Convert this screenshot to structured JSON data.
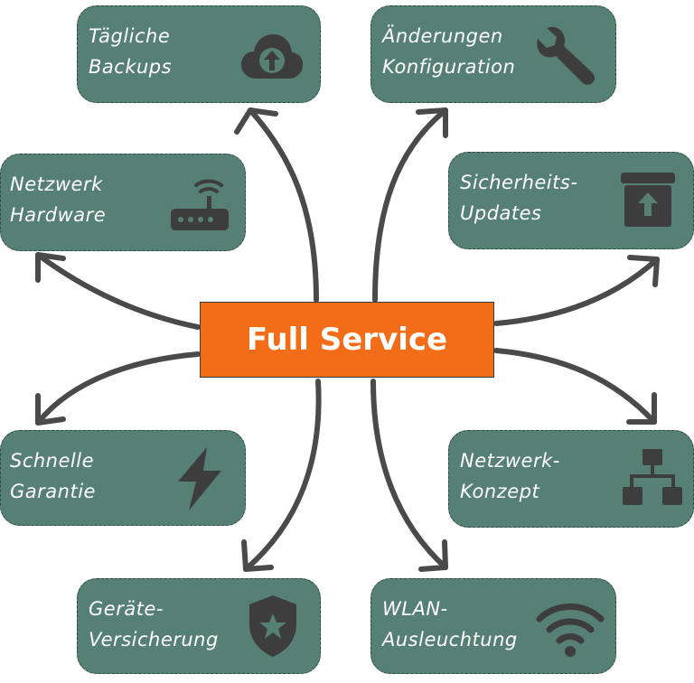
{
  "center": {
    "title": "Full Service"
  },
  "colors": {
    "card": "#568074",
    "center": "#f36c17",
    "icon": "#3d3d3d",
    "arrow": "#4a4a4a"
  },
  "cards": [
    {
      "id": "backups",
      "lines": [
        "Tägliche",
        "Backups"
      ],
      "icon": "cloud-upload-icon"
    },
    {
      "id": "config",
      "lines": [
        "Änderungen",
        "Konfiguration"
      ],
      "icon": "wrench-icon"
    },
    {
      "id": "hardware",
      "lines": [
        "Netzwerk",
        "Hardware"
      ],
      "icon": "router-icon"
    },
    {
      "id": "security",
      "lines": [
        "Sicherheits-",
        "Updates"
      ],
      "icon": "box-upload-icon"
    },
    {
      "id": "guarantee",
      "lines": [
        "Schnelle",
        "Garantie"
      ],
      "icon": "lightning-icon"
    },
    {
      "id": "concept",
      "lines": [
        "Netzwerk-",
        "Konzept"
      ],
      "icon": "network-tree-icon"
    },
    {
      "id": "insurance",
      "lines": [
        "Geräte-",
        "Versicherung"
      ],
      "icon": "shield-star-icon"
    },
    {
      "id": "wlan",
      "lines": [
        "WLAN-",
        "Ausleuchtung"
      ],
      "icon": "wifi-icon"
    }
  ]
}
